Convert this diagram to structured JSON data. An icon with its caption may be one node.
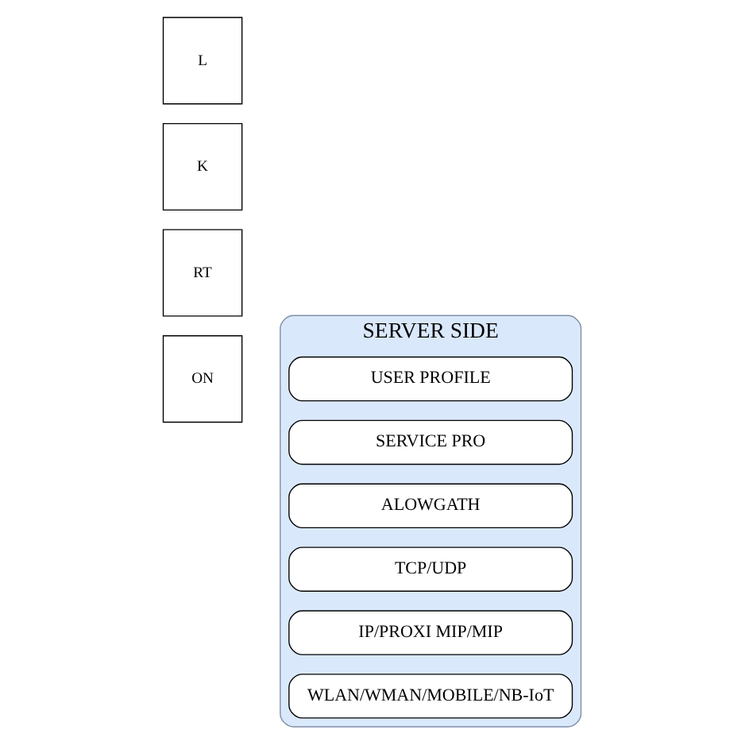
{
  "diagram": {
    "nodes": [
      {
        "text": [
          "ON"
        ]
      },
      {
        "text": [
          "RT"
        ]
      },
      {
        "text": [
          "K"
        ]
      },
      {
        "text": [
          "L"
        ]
      },
      {
        "text": [
          "SERVER SIDE"
        ]
      },
      {
        "text": [
          "USER PROFILE"
        ],
        "in": 4
      },
      {
        "text": [
          "SERVICE PRO"
        ],
        "in": 4
      },
      {
        "text": [
          "ALOWGATH"
        ],
        "in": 4
      },
      {
        "text": [
          "TCP/UDP"
        ],
        "in": 4
      },
      {
        "text": [
          "IP/PROXI MIP/MIP"
        ],
        "in": 4
      },
      {
        "text": [
          "WLAN/WMAN/MOBILE/NB-IoT"
        ],
        "in": 4
      }
    ],
    "edges": []
  }
}
